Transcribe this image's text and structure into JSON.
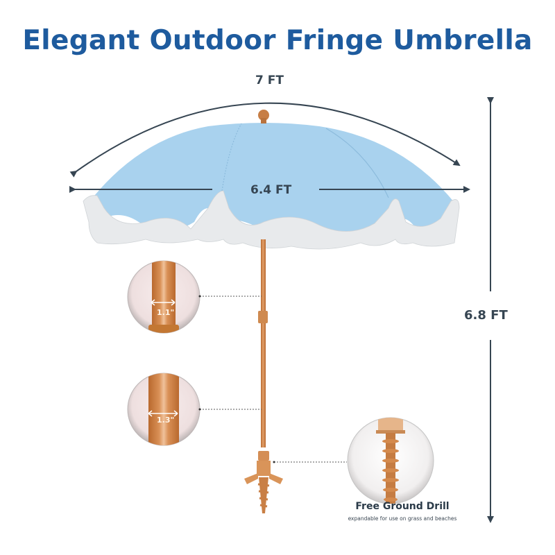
{
  "header": {
    "title": "Elegant Outdoor Fringe Umbrella"
  },
  "dimensions": {
    "canopy_arc": "7 FT",
    "canopy_width": "6.4 FT",
    "total_height": "6.8 FT"
  },
  "callouts": {
    "upper_pole_diameter": "1.1\"",
    "lower_pole_diameter": "1.3\""
  },
  "ground_drill": {
    "title": "Free Ground Drill",
    "subtitle": "expandable for use on grass and beaches"
  },
  "colors": {
    "title": "#1e5b9e",
    "dimension_lines": "#364552",
    "canopy": "#a9d2ee",
    "fringe": "#e8eaec",
    "pole": "#d08a4e"
  }
}
